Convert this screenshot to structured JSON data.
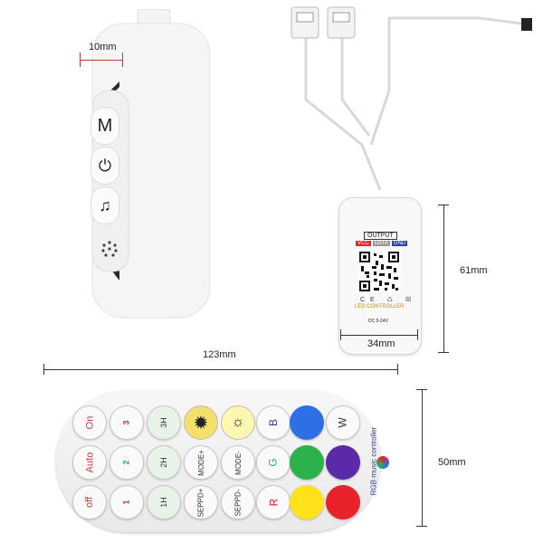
{
  "dimensions": {
    "controller_front_width": "10mm",
    "controller_height": "61mm",
    "controller_width": "34mm",
    "remote_length": "123mm",
    "remote_height": "50mm"
  },
  "side_controller": {
    "mode_label": "M",
    "power_icon": "power-icon",
    "music_icon": "music-note-icon"
  },
  "box_controller": {
    "output_label": "OUTPUT",
    "pins": [
      "VCC",
      "DATA",
      "GND"
    ],
    "brand_label": "LED CONTROLLER",
    "voltage_label": "DC 5-24V"
  },
  "remote": {
    "side_text": "RGB music controller",
    "buttons": {
      "on": "On",
      "auto": "Auto",
      "off": "off",
      "mode_up": "MODE+",
      "mode_down": "MODE-",
      "speed_up": "SEPPD+",
      "speed_down": "SEPPD-",
      "blue": "B",
      "green": "G",
      "red": "R",
      "white": "W",
      "music1": "1",
      "music2": "2",
      "music3": "3",
      "h1": "1H",
      "h2": "2H",
      "h3": "3H"
    },
    "colors": {
      "blue": "#2f6fe6",
      "green": "#2bb24c",
      "purple": "#5a2aa8",
      "yellow": "#ffe21a",
      "red": "#e8222a"
    }
  }
}
